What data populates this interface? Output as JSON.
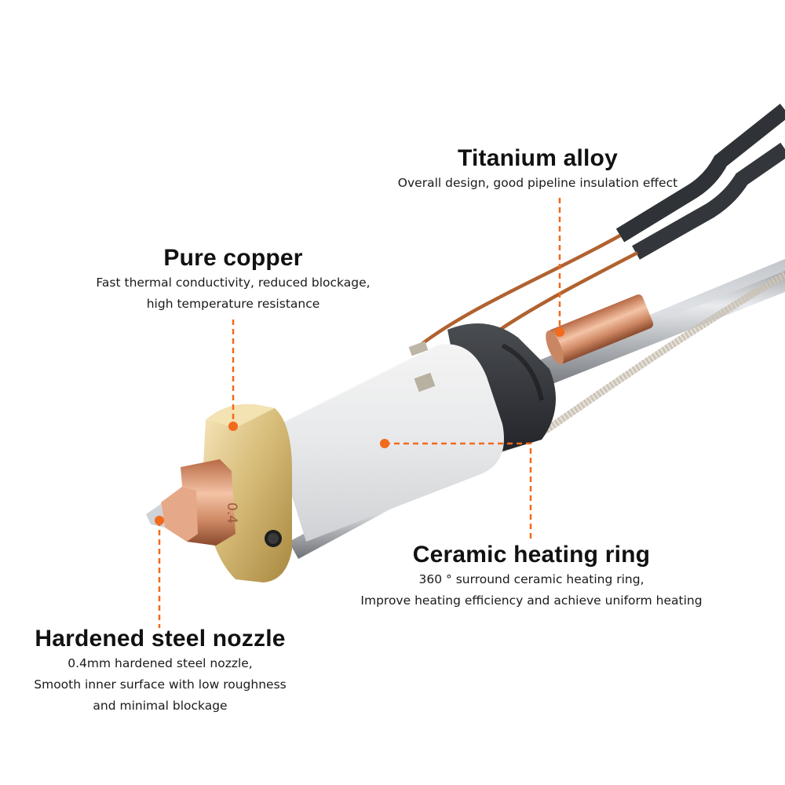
{
  "accent_color": "#f26a1b",
  "product": {
    "nozzle_marking": "0.4"
  },
  "callouts": [
    {
      "id": "titanium",
      "title": "Titanium alloy",
      "lines": [
        "Overall design, good pipeline insulation effect"
      ]
    },
    {
      "id": "copper",
      "title": "Pure copper",
      "lines": [
        "Fast thermal conductivity, reduced blockage,",
        "high temperature resistance"
      ]
    },
    {
      "id": "ceramic",
      "title": "Ceramic heating ring",
      "lines": [
        "360 ° surround ceramic heating ring,",
        "Improve heating efficiency and achieve uniform heating"
      ]
    },
    {
      "id": "nozzle",
      "title": "Hardened steel nozzle",
      "lines": [
        "0.4mm hardened steel nozzle,",
        "Smooth inner surface with low roughness",
        "and minimal blockage"
      ]
    }
  ]
}
